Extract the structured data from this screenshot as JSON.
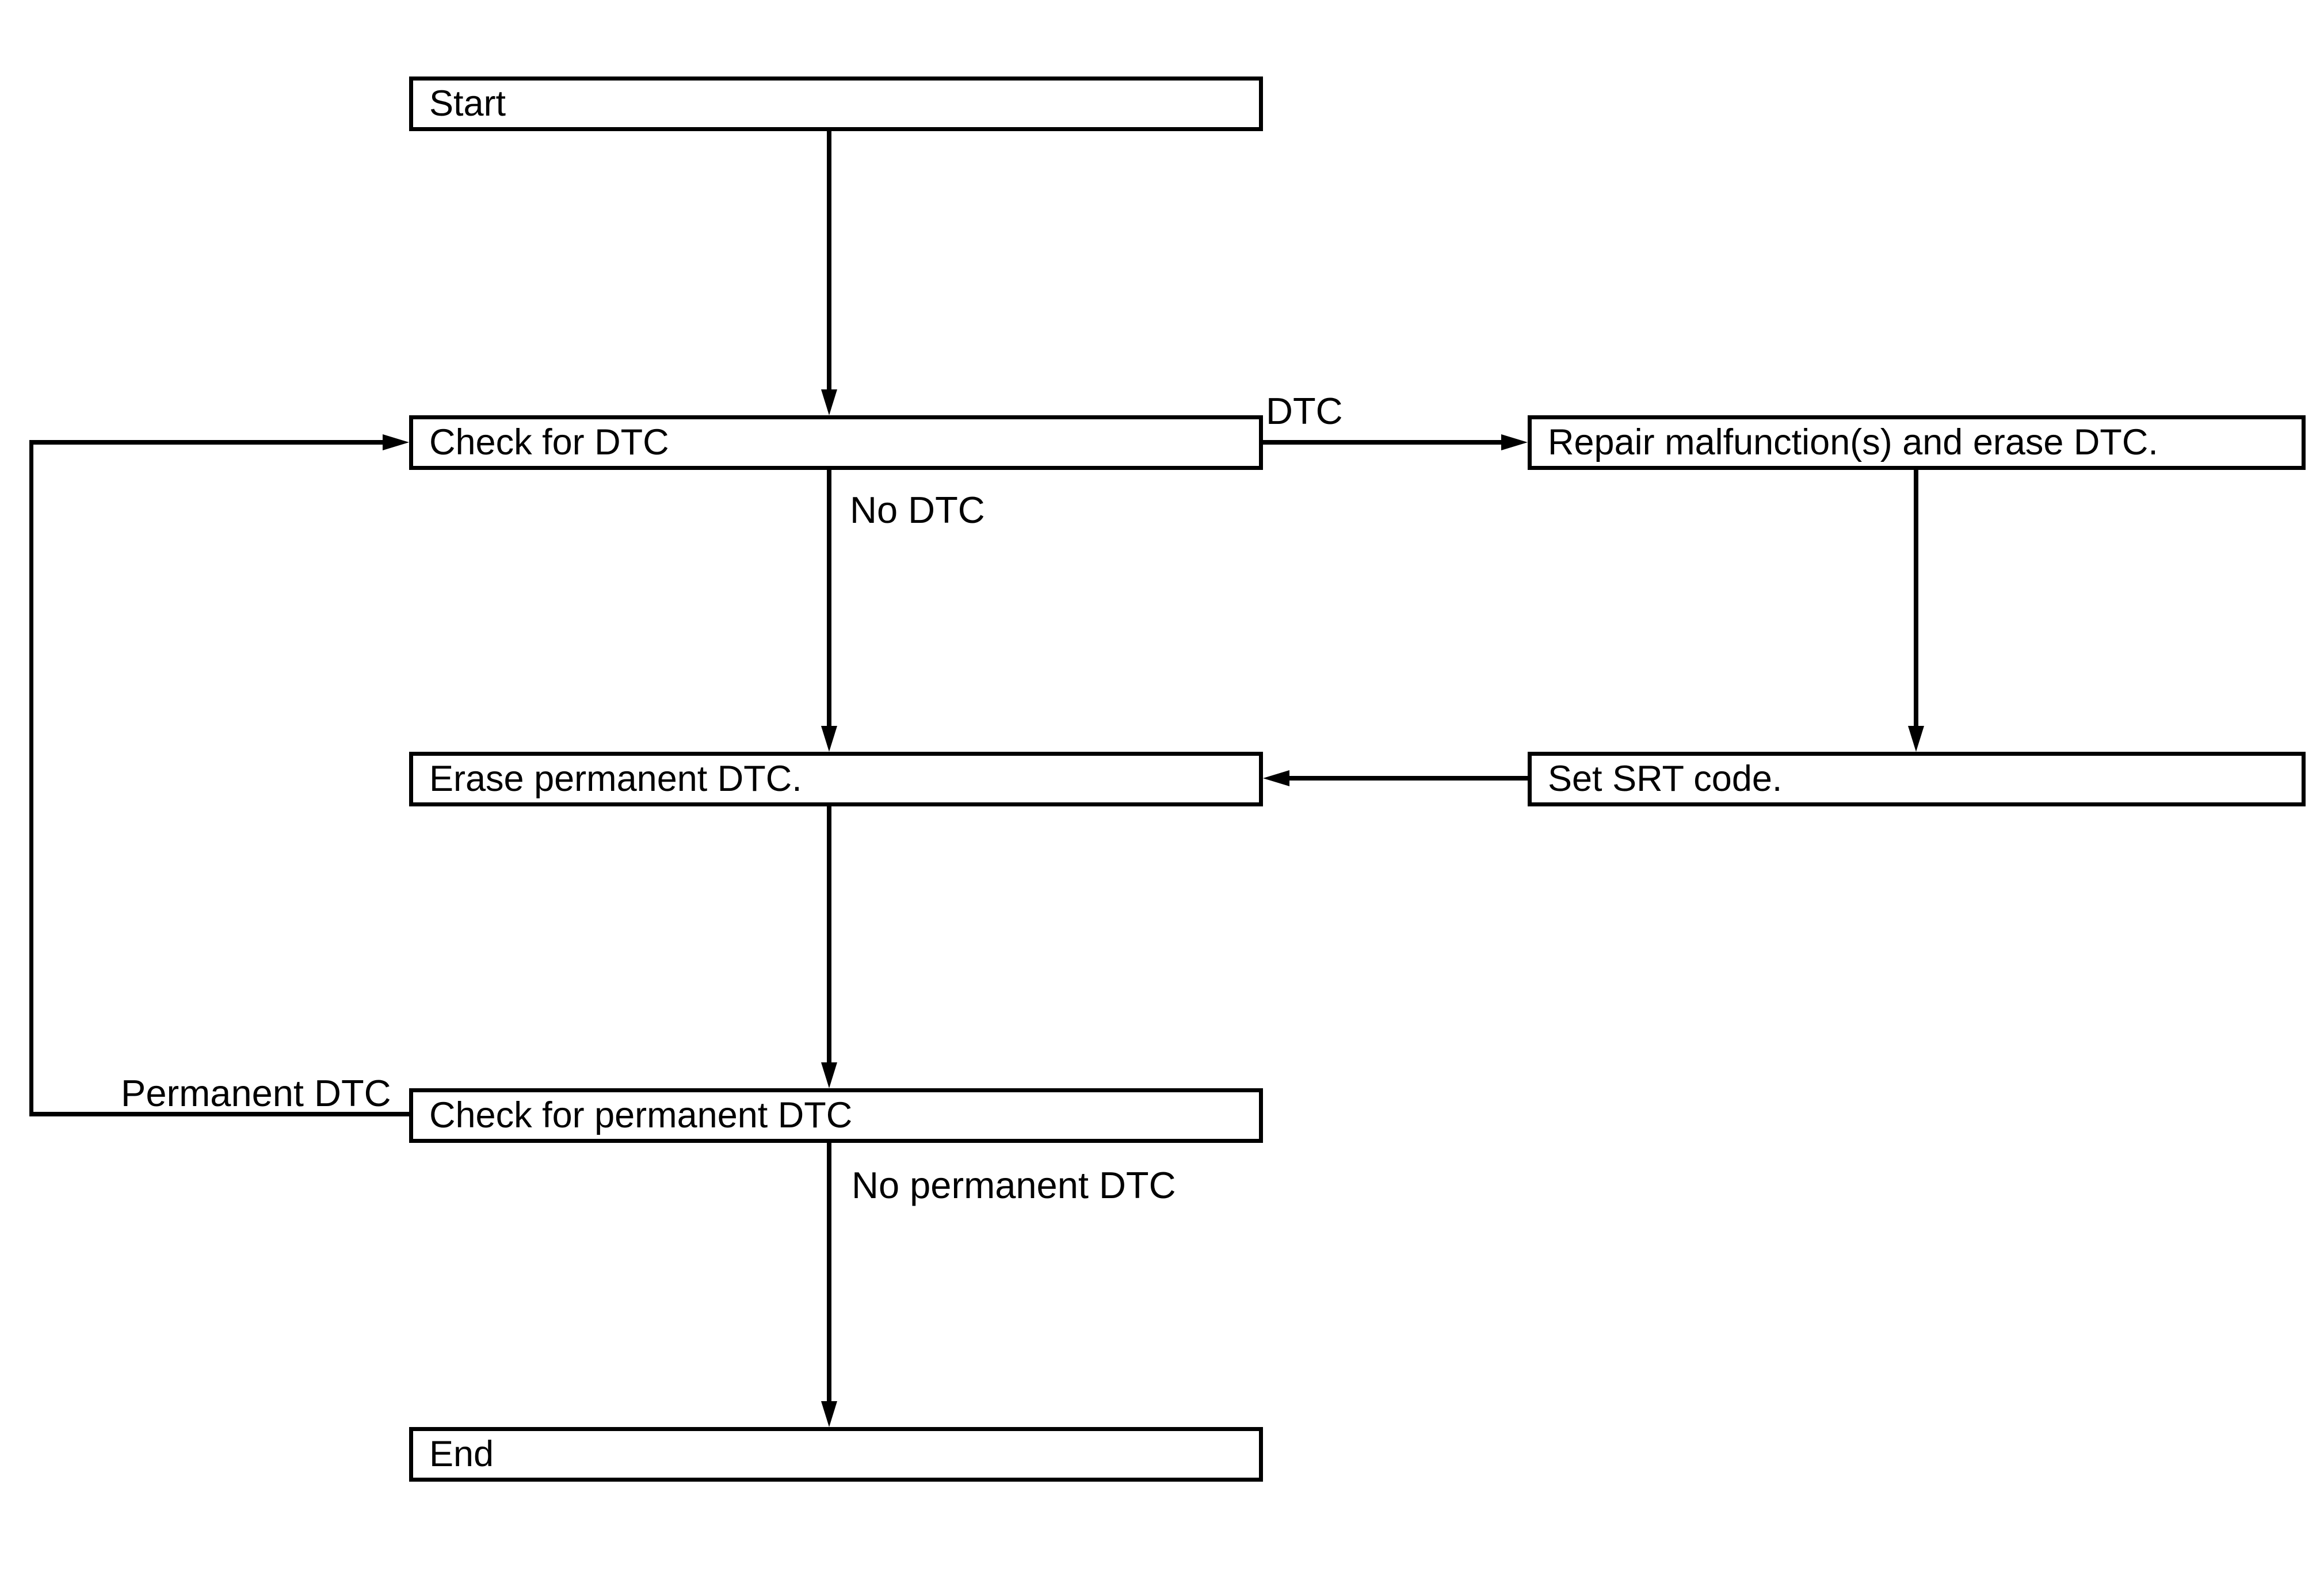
{
  "diagram": {
    "type": "flowchart",
    "colors": {
      "line": "#000000",
      "background": "#ffffff",
      "box_fill": "#ffffff",
      "text": "#000000"
    },
    "nodes": {
      "start": {
        "label": "Start"
      },
      "check_dtc": {
        "label": "Check for DTC"
      },
      "repair": {
        "label": "Repair malfunction(s) and erase DTC."
      },
      "erase_permanent": {
        "label": "Erase permanent DTC."
      },
      "set_srt": {
        "label": "Set SRT code."
      },
      "check_permanent": {
        "label": "Check for permanent DTC"
      },
      "end": {
        "label": "End"
      }
    },
    "edge_labels": {
      "dtc": {
        "text": "DTC"
      },
      "no_dtc": {
        "text": "No DTC"
      },
      "permanent_dtc": {
        "text": "Permanent DTC"
      },
      "no_permanent_dtc": {
        "text": "No permanent DTC"
      }
    }
  }
}
